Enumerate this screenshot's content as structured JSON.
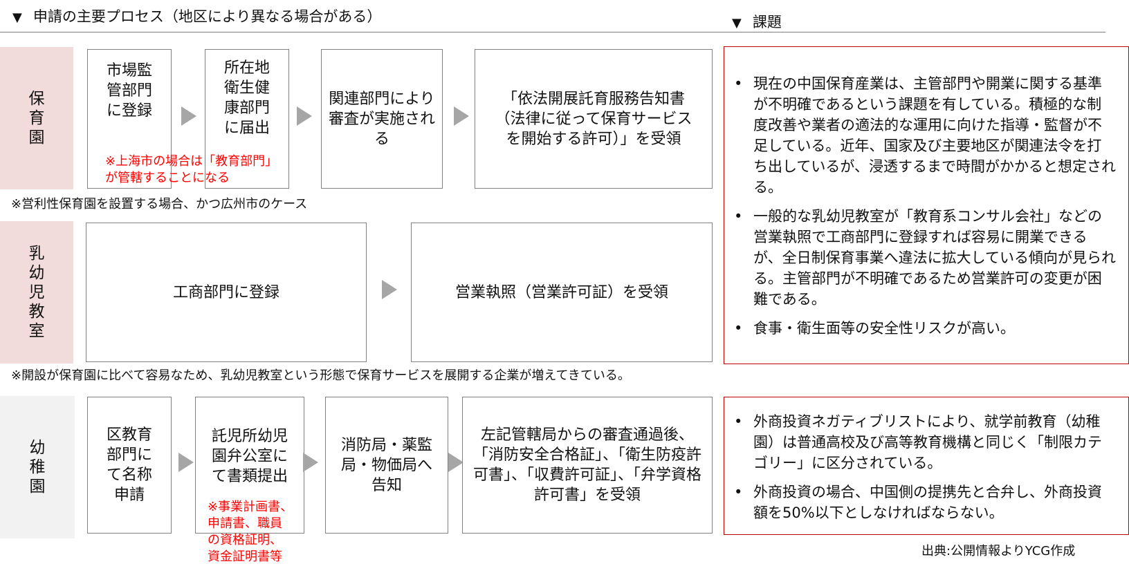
{
  "header_left": {
    "marker": "▼",
    "title": "申請の主要プロセス（地区により異なる場合がある）"
  },
  "header_right": {
    "marker": "▼",
    "title": "課題"
  },
  "rows": [
    {
      "label": "保育園",
      "steps": [
        "市場監管部門に登録",
        "所在地衛生健康部門に届出",
        "関連部門により審査が実施される",
        "「依法開展託育服務告知書（法律に従って保育サービスを開始する許可）」を受領"
      ],
      "red_note": [
        "※上海市の場合は「教育部門」",
        "が管轄することになる"
      ],
      "note": "※営利性保育園を設置する場合、かつ広州市のケース"
    },
    {
      "label": "乳幼児教室",
      "steps": [
        "工商部門に登録",
        "営業執照（営業許可証）を受領"
      ],
      "note": "※開設が保育園に比べて容易なため、乳幼児教室という形態で保育サービスを展開する企業が増えてきている。"
    },
    {
      "label": "幼稚園",
      "steps": [
        "区教育部門にて名称申請",
        "託児所幼児園弁公室にて書類提出",
        "消防局・薬監局・物価局へ告知",
        "左記管轄局からの審査通過後、「消防安全合格証」、「衛生防疫許可書」、「収費許可証」、「弁学資格許可書」を受領"
      ],
      "red_note": [
        "※事業計画書、",
        "申請書、職員",
        "の資格証明、",
        "資金証明書等"
      ]
    }
  ],
  "issues": [
    {
      "bullets": [
        "現在の中国保育産業は、主管部門や開業に関する基準が不明確であるという課題を有している。積極的な制度改善や業者の適法的な運用に向けた指導・監督が不足している。近年、国家及び主要地区が関連法令を打ち出しているが、浸透するまで時間がかかると想定される。",
        "一般的な乳幼児教室が「教育系コンサル会社」などの営業執照で工商部門に登録すれば容易に開業できるが、全日制保育事業へ違法に拡大している傾向が見られる。主管部門が不明確であるため営業許可の変更が困難である。",
        "食事・衛生面等の安全性リスクが高い。"
      ]
    },
    {
      "bullets": [
        "外商投資ネガティブリストにより、就学前教育（幼稚園）は普通高校及び高等教育機構と同じく「制限カテゴリー」に区分されている。",
        "外商投資の場合、中国側の提携先と合弁し、外商投資額を50%以下としなければならない。"
      ]
    }
  ],
  "bullet_char": "•",
  "source": "出典:公開情報よりYCG作成",
  "colors": {
    "red_note": "#ff0000",
    "issue_border": "#c00000",
    "label_pink": "#f2dcdb",
    "label_gray": "#f2f2f2",
    "arrow": "#a6a6a6"
  }
}
